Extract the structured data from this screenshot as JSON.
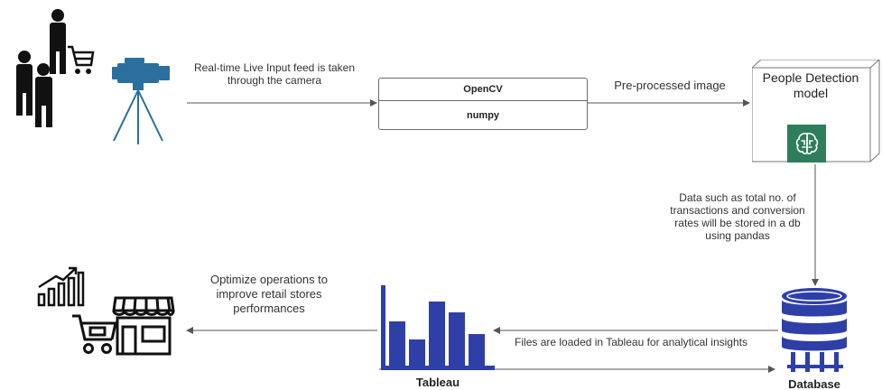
{
  "input_caption": "Real-time Live Input feed is taken through the camera",
  "opencv_box": {
    "top": "OpenCV",
    "bottom": "numpy"
  },
  "preprocessed_label": "Pre-processed image",
  "model": {
    "title": "People Detection model"
  },
  "storage_caption": "Data such as total no. of transactions and conversion rates will be stored in a db using pandas",
  "database_label": "Database",
  "tableau_caption": "Files are loaded in Tableau for analytical insights",
  "tableau_label": "Tableau",
  "optimize_caption": "Optimize operations to improve retail stores performances",
  "colors": {
    "accent_blue": "#2f3fa8",
    "camera_blue": "#2a6f9e",
    "model_green": "#2e7d5b",
    "line": "#555555"
  },
  "icons": [
    "people-with-cart-icon",
    "camera-tripod-icon",
    "brain-circuit-icon",
    "database-icon",
    "bar-chart-icon",
    "growth-chart-icon",
    "shopping-cart-icon",
    "storefront-icon"
  ]
}
